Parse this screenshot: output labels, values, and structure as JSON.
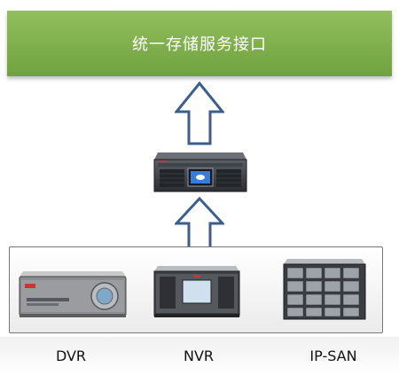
{
  "top_box": {
    "label": "统一存储服务接口"
  },
  "devices": [
    {
      "label": "DVR"
    },
    {
      "label": "NVR"
    },
    {
      "label": "IP-SAN"
    }
  ],
  "colors": {
    "top_box": "#7fae49",
    "arrow_stroke": "#3a5f8f",
    "frame_border": "#777777"
  }
}
